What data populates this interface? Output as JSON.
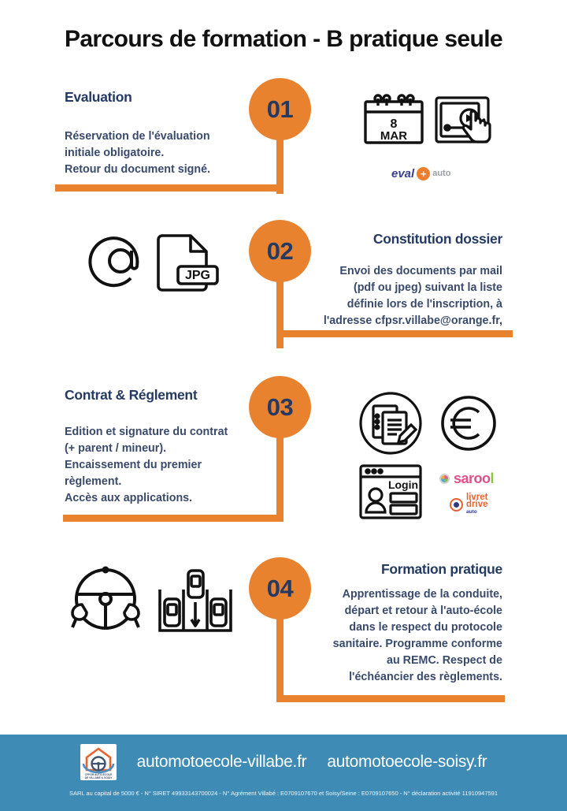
{
  "title": "Parcours de formation - B pratique seule",
  "colors": {
    "orange": "#e8822f",
    "navy": "#253a63",
    "body_text": "#3a4a6b",
    "footer_blue": "#3e8cb5",
    "title_black": "#111111"
  },
  "steps": [
    {
      "number": "01",
      "heading": "Evaluation",
      "body": "Réservation de l'évaluation initiale obligatoire.\nRetour du document signé.",
      "body_lines": [
        "Réservation de l'évaluation",
        "initiale obligatoire.",
        "Retour du document signé."
      ],
      "side": "left",
      "icons": [
        "calendar-icon",
        "tablet-video-icon"
      ],
      "calendar_day": "8",
      "calendar_month": "MAR",
      "logos": [
        {
          "name": "eval-plus-auto-logo",
          "part1": "eval",
          "plus": "+",
          "part2": "auto"
        }
      ]
    },
    {
      "number": "02",
      "heading": "Constitution dossier",
      "body": "Envoi des documents par mail (pdf ou jpeg) suivant la liste définie lors de l'inscription, à l'adresse cfpsr.villabe@orange.fr,",
      "body_lines": [
        "Envoi des documents par mail",
        "(pdf ou jpeg) suivant la liste",
        "définie lors de l'inscription, à",
        "l'adresse cfpsr.villabe@orange.fr,"
      ],
      "side": "right",
      "icons": [
        "at-sign-icon",
        "jpg-file-icon"
      ],
      "file_label": "JPG",
      "logos": []
    },
    {
      "number": "03",
      "heading": "Contrat & Réglement",
      "body": "Edition et signature du contrat (+ parent / mineur).\nEncaissement du premier règlement.\nAccès aux applications.",
      "body_lines": [
        "Edition et signature du contrat",
        "(+ parent / mineur).",
        "Encaissement du premier",
        "règlement.",
        "Accès aux applications."
      ],
      "side": "left",
      "icons": [
        "contract-signature-icon",
        "euro-icon",
        "login-window-icon"
      ],
      "login_label": "Login",
      "logos": [
        {
          "name": "sarool-logo",
          "part1": "saroo",
          "part2": "l"
        },
        {
          "name": "livret-drive-auto-logo",
          "part1": "livret",
          "part2": "drive",
          "part3": "auto"
        }
      ]
    },
    {
      "number": "04",
      "heading": "Formation pratique",
      "body": "Apprentissage de la conduite, départ et retour à l'auto-école dans le respect du protocole sanitaire. Programme conforme au REMC. Respect de l'échéancier des règlements.",
      "body_lines": [
        "Apprentissage de la conduite,",
        "départ et retour à l'auto-école",
        "dans le respect du protocole",
        "sanitaire. Programme conforme",
        "au REMC. Respect de",
        "l'échéancier des règlements."
      ],
      "side": "right",
      "icons": [
        "steering-wheel-icon",
        "parking-maneuver-icon"
      ],
      "logos": []
    }
  ],
  "footer": {
    "logo_name": "cfpsr-auto-ecole-logo",
    "logo_caption_line1": "CFPSR AUTO-ECOLE",
    "logo_caption_line2": "DE VILLABÉ & SOISY",
    "site_villabe": "automotoecole-villabe.fr",
    "site_soisy": "automotoecole-soisy.fr",
    "legal": "SARL au capital de 5000 € - N° SIRET 49933143700024 - N° Agrément Villabé : E0709107670 et Soisy/Seine : E0709107650 - N° déclaration activité 11910947591"
  }
}
